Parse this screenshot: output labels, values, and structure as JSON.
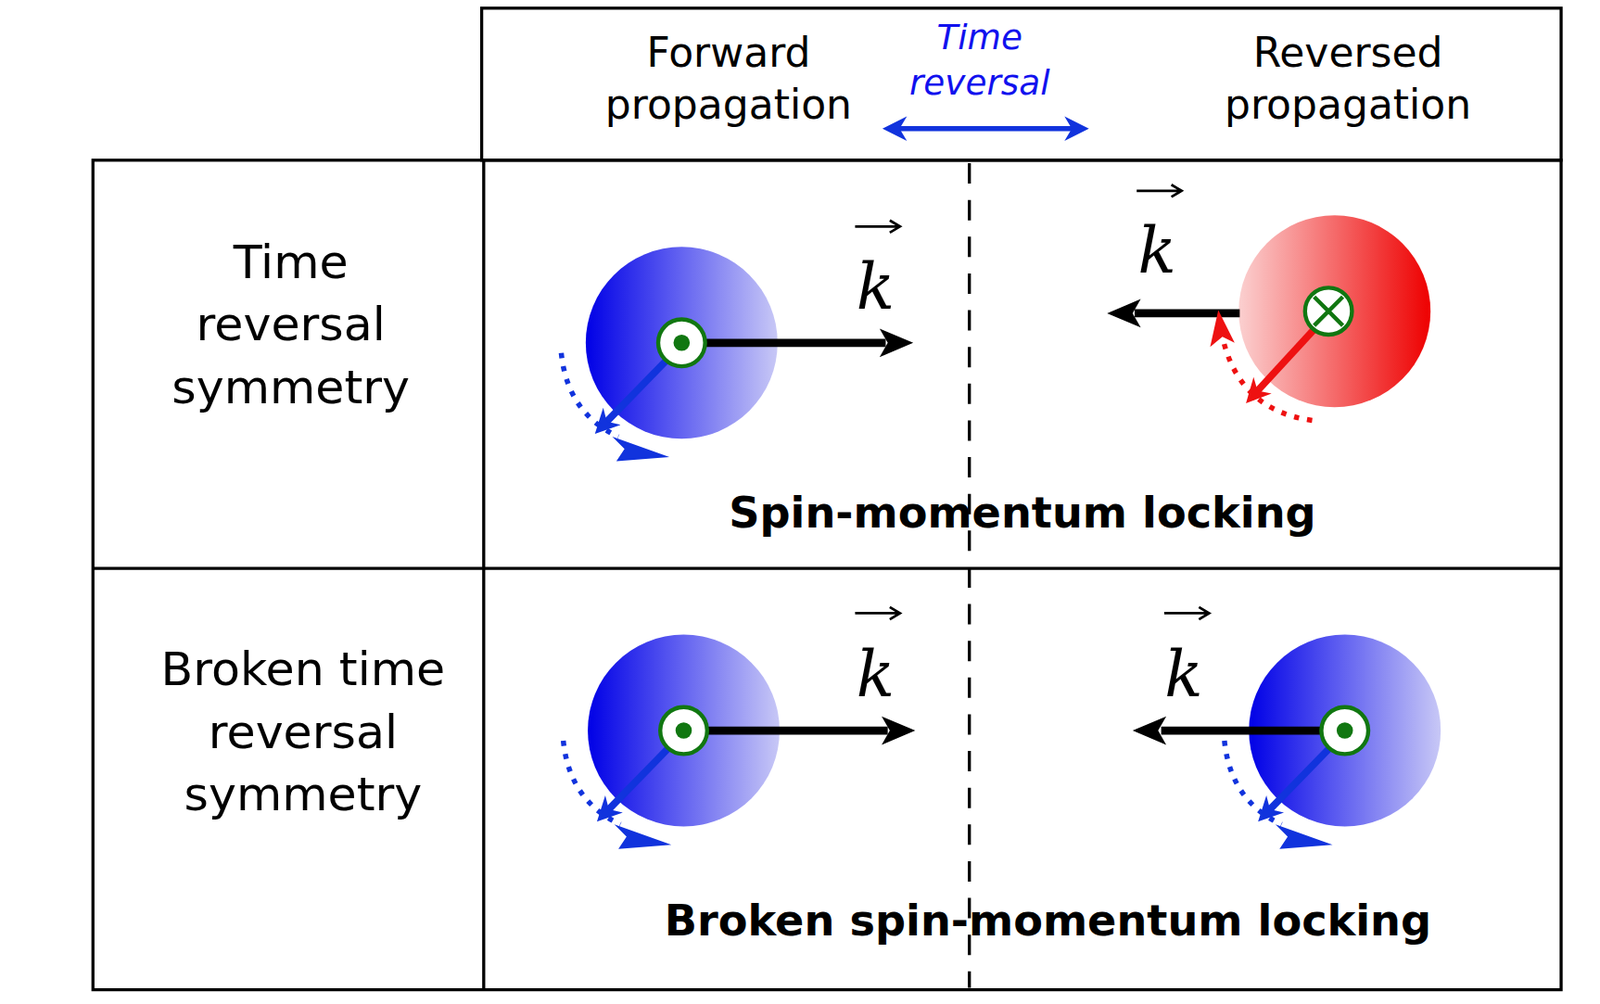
{
  "diagram": {
    "labels": [
      "Forward propagation",
      "Time reversal",
      "Reversed propagation",
      "Time reversal symmetry",
      "k",
      "k",
      "Spin-momentum locking",
      "Broken time reversal symmetry",
      "k",
      "k",
      "Broken spin-momentum locking"
    ]
  }
}
